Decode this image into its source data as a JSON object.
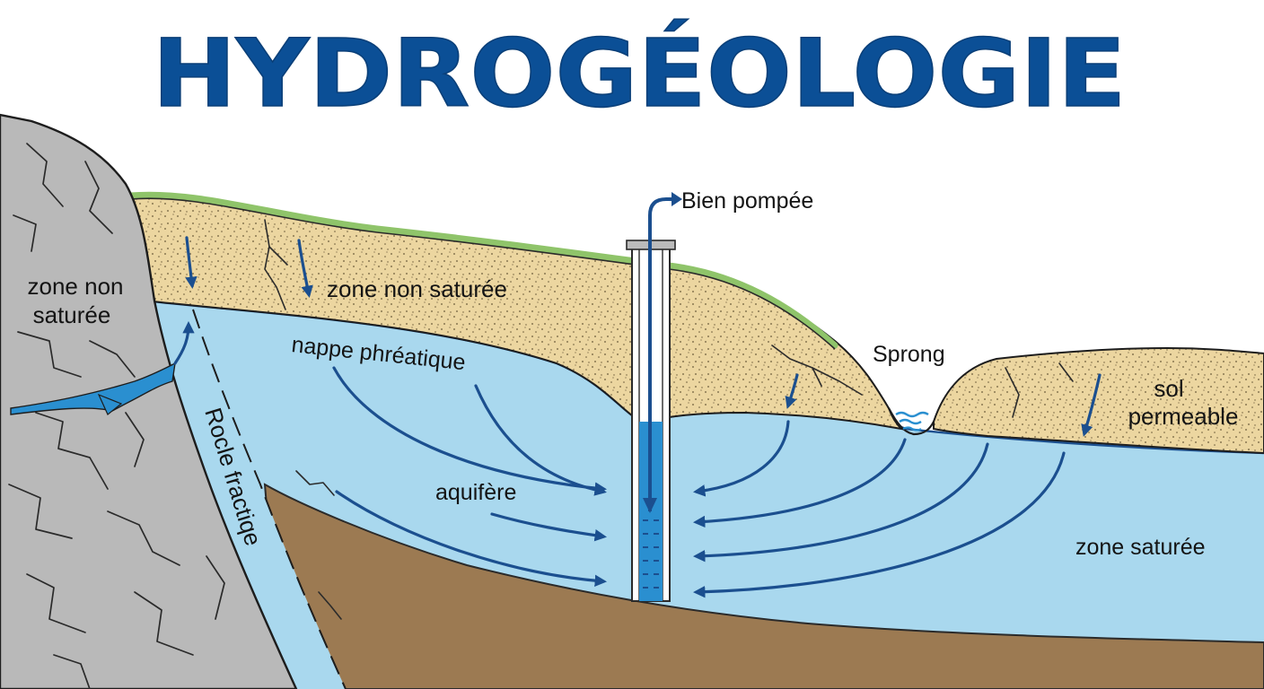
{
  "title": "HYDROGÉOLOGIE",
  "labels": {
    "rock_zone_line1": "zone non",
    "rock_zone_line2": "saturée",
    "zone_non_saturee": "zone non saturée",
    "nappe_phreatique": "nappe phréatique",
    "aquifere": "aquifère",
    "roche_fracturee": "Rocle fractiqe",
    "bien_pompee": "Bien pompée",
    "sprong": "Sprong",
    "sol_line1": "sol",
    "sol_line2": "permeable",
    "zone_saturee": "zone saturée"
  },
  "colors": {
    "title": "#0b4f96",
    "water": "#a9d8ee",
    "water_deep": "#2a8fd0",
    "sand": "#ecd6a0",
    "grass": "#8fc46a",
    "rock": "#b9b9b9",
    "bedrock": "#9c7a52",
    "arrows": "#1b4f8f"
  },
  "icons": {
    "well": "pumping-well-icon",
    "spring": "spring-water-icon",
    "flow_arrow": "groundwater-flow-arrow"
  }
}
